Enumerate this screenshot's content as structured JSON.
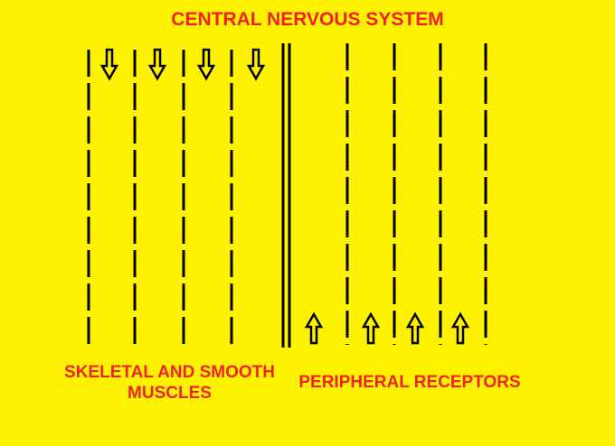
{
  "title": "CENTRAL NERVOUS SYSTEM",
  "left_label": "SKELETAL AND SMOOTH MUSCLES",
  "right_label": "PERIPHERAL RECEPTORS",
  "colors": {
    "background": "#FFF200",
    "text": "#EE2424",
    "lines": "#000000"
  },
  "efferent_pathways": 4,
  "afferent_pathways": 4
}
